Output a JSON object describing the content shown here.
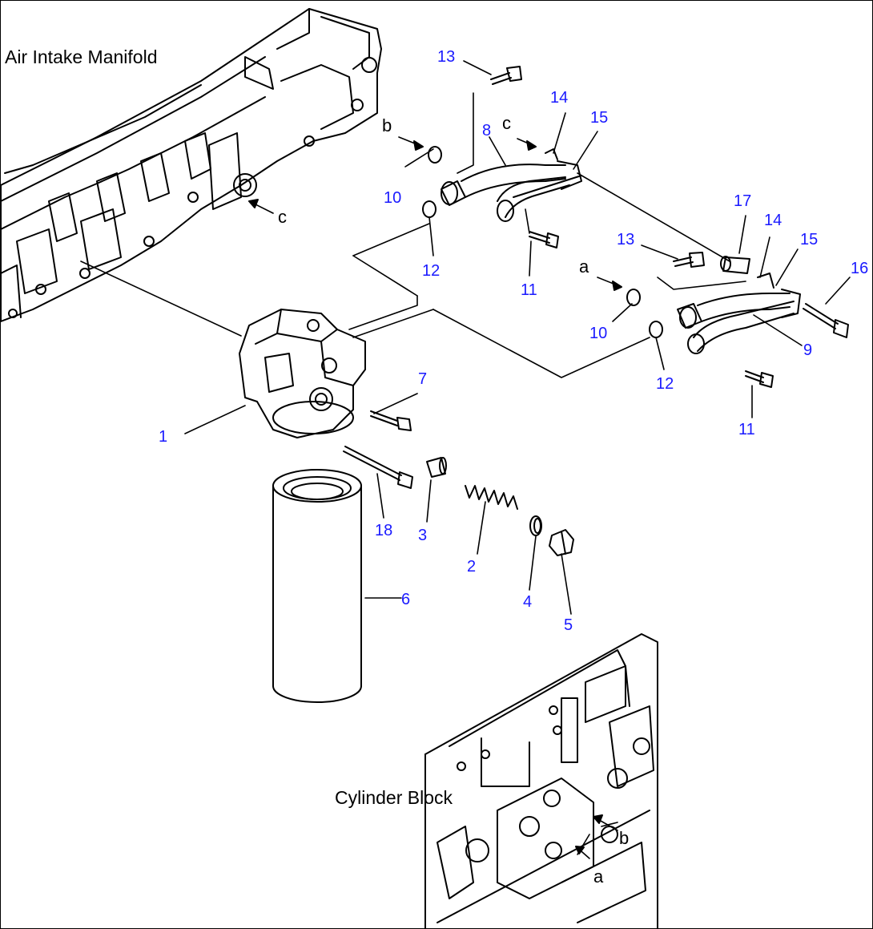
{
  "captions": {
    "air_intake_manifold": "Air Intake Manifold",
    "cylinder_block": "Cylinder Block"
  },
  "colors": {
    "part_number": "#1a1aff",
    "line": "#000000",
    "text": "#000000"
  },
  "part_numbers": [
    "1",
    "2",
    "3",
    "4",
    "5",
    "6",
    "7",
    "8",
    "9",
    "10",
    "10",
    "11",
    "11",
    "12",
    "12",
    "13",
    "13",
    "14",
    "14",
    "15",
    "15",
    "16",
    "17",
    "18"
  ],
  "connection_refs": [
    "a",
    "a",
    "b",
    "b",
    "c",
    "c"
  ]
}
